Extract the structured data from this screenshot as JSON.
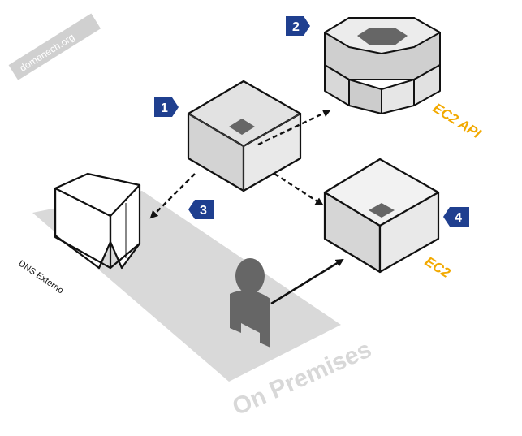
{
  "watermark": "domenech.org",
  "badges": {
    "b1": "1",
    "b2": "2",
    "b3": "3",
    "b4": "4"
  },
  "labels": {
    "ec2_api": "EC2 API",
    "ec2": "EC2",
    "dns": "DNS Externo",
    "on_premises": "On Premises"
  },
  "icons": {
    "instance_box": "metadata-cube-icon",
    "api_box": "ec2-api-gear-block-icon",
    "ec2_box": "ec2-instance-cube-icon",
    "dns_box": "dns-server-icon",
    "user": "user-person-icon"
  },
  "colors": {
    "badge": "#1f3f8f",
    "label_orange": "#f2a900",
    "floor": "#d9d9d9",
    "watermark": "#cccccc",
    "person": "#666666",
    "box_outline": "#111111"
  }
}
